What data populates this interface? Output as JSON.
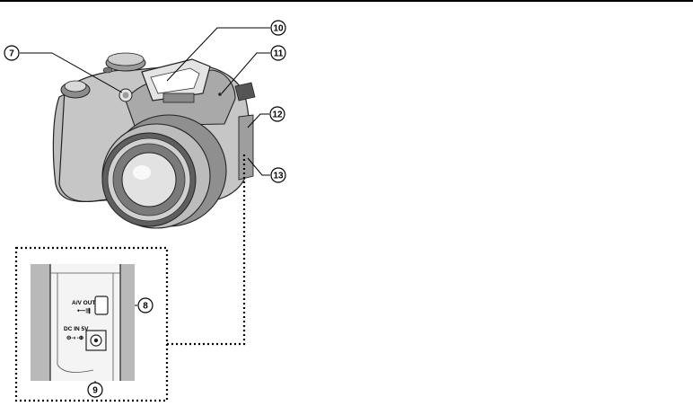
{
  "callouts": [
    {
      "id": "7",
      "label": "⑦"
    },
    {
      "id": "8",
      "label": "⑧"
    },
    {
      "id": "9",
      "label": "⑨"
    },
    {
      "id": "10",
      "label": "⑩"
    },
    {
      "id": "11",
      "label": "⑪"
    },
    {
      "id": "12",
      "label": "⑫"
    },
    {
      "id": "13",
      "label": "⑬"
    }
  ],
  "port_labels": {
    "av_out": "A/V OUT",
    "usb_symbol": "⟵⇶",
    "dc_in": "DC IN 5V",
    "dc_polarity": "⊖-◐-⊕"
  },
  "colors": {
    "line": "#000000",
    "body_light": "#d2d2d2",
    "body_mid": "#a8a8a8",
    "body_dark": "#6a6a6a",
    "panel": "#b9b9b9"
  }
}
